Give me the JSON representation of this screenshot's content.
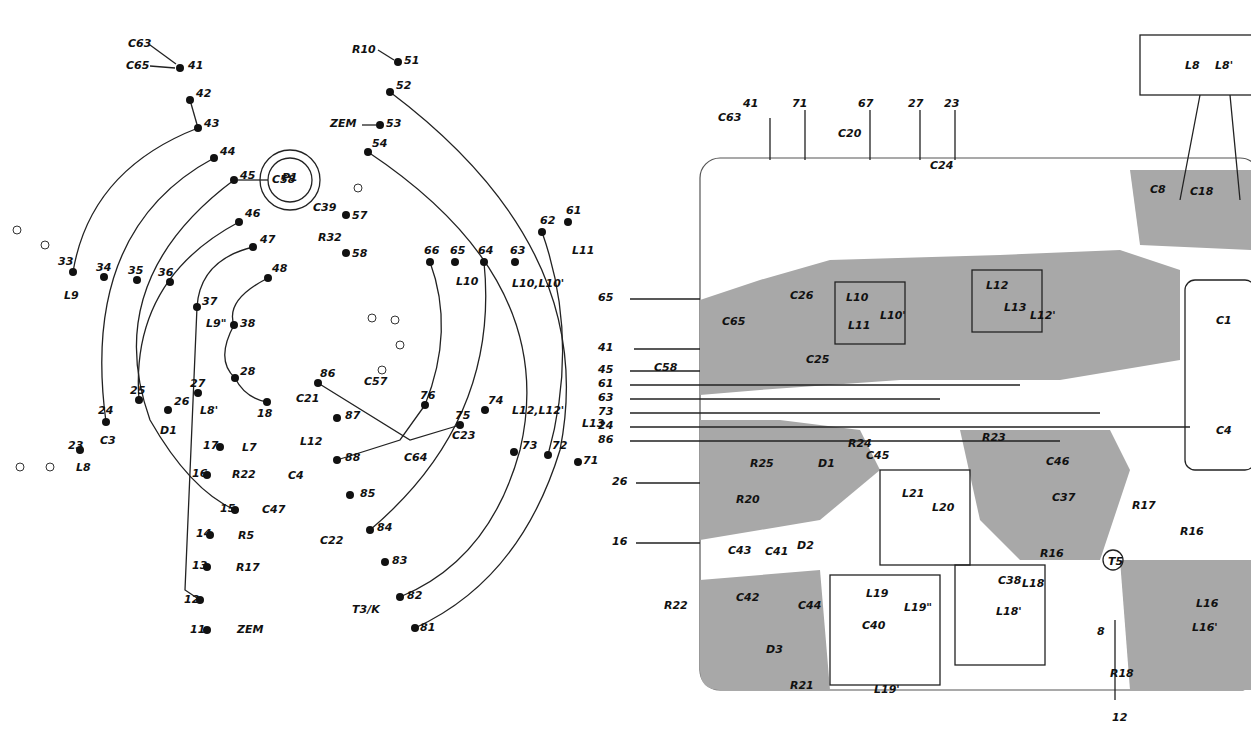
{
  "diagram": {
    "labels": [
      "C63",
      "C65",
      "41",
      "42",
      "43",
      "44",
      "45",
      "C58",
      "46",
      "47",
      "48",
      "33",
      "L9",
      "34",
      "35",
      "36",
      "37",
      "L9\"",
      "38",
      "P1",
      "28",
      "18",
      "C21",
      "27",
      "L8'",
      "26",
      "D1",
      "25",
      "24",
      "C3",
      "23",
      "L8",
      "17",
      "L7",
      "16",
      "R22",
      "15",
      "C47",
      "14",
      "R5",
      "13",
      "R17",
      "12",
      "11",
      "ZEM",
      "R10",
      "51",
      "52",
      "ZEM",
      "53",
      "54",
      "C39",
      "57",
      "R32",
      "58",
      "66",
      "65",
      "L10",
      "64",
      "63",
      "L10,L10'",
      "62",
      "61",
      "L11",
      "76",
      "75",
      "C57",
      "86",
      "87",
      "L12",
      "C23",
      "74",
      "C4",
      "88",
      "C64",
      "85",
      "84",
      "C22",
      "83",
      "L12,L12'",
      "73",
      "72",
      "L13",
      "71",
      "82",
      "T3/K",
      "81",
      "L8",
      "L8'",
      "41",
      "71",
      "67",
      "27",
      "23",
      "C63",
      "C20",
      "C24",
      "C8",
      "C18",
      "65",
      "C26",
      "L10",
      "L10'",
      "L11",
      "L12",
      "L13",
      "L12'",
      "C65",
      "41",
      "C25",
      "45",
      "C58",
      "61",
      "63",
      "73",
      "24",
      "86",
      "C1",
      "C4",
      "R24",
      "R23",
      "D1",
      "C45",
      "R25",
      "C46",
      "26",
      "L21",
      "L20",
      "C37",
      "R17",
      "R20",
      "R16",
      "16",
      "C43",
      "C41",
      "D2",
      "R16",
      "T5",
      "R22",
      "C42",
      "C44",
      "L19",
      "L19\"",
      "C38",
      "L18",
      "L18'",
      "C40",
      "8",
      "D3",
      "L16",
      "L16'",
      "R18",
      "R21",
      "L19'",
      "12"
    ]
  }
}
